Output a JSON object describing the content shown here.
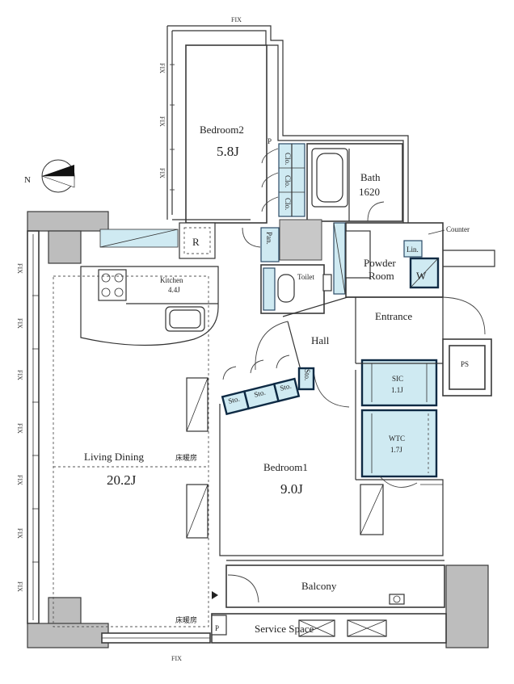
{
  "fix_label": "FIX",
  "rooms": {
    "bedroom2": {
      "name": "Bedroom2",
      "size": "5.8J"
    },
    "bath": {
      "name": "Bath",
      "size": "1620"
    },
    "kitchen": {
      "name": "Kitchen",
      "size": "4.4J"
    },
    "toilet": {
      "name": "Toilet"
    },
    "powder_room": {
      "line1": "Powder",
      "line2": "Room"
    },
    "hall": {
      "name": "Hall"
    },
    "entrance": {
      "name": "Entrance"
    },
    "ps": {
      "name": "PS"
    },
    "sic": {
      "name": "SIC",
      "size": "1.1J"
    },
    "wtc": {
      "name": "WTC",
      "size": "1.7J"
    },
    "bedroom1": {
      "name": "Bedroom1",
      "size": "9.0J"
    },
    "living": {
      "name": "Living Dining",
      "size": "20.2J",
      "floor_heating": "床暖房"
    },
    "balcony": {
      "name": "Balcony"
    },
    "service": {
      "name": "Service Space"
    }
  },
  "fixtures": {
    "refrigerator": "R",
    "pantry": "Pan.",
    "closet": "Clo.",
    "storage": "Sto.",
    "linen": "Lin.",
    "washer": "W",
    "counter": "Counter",
    "pipe": "P",
    "compass_north": "N"
  },
  "colors": {
    "storage_fill": "#cfeaf2",
    "wall_gray": "#bdbdbd",
    "line": "#333333"
  }
}
